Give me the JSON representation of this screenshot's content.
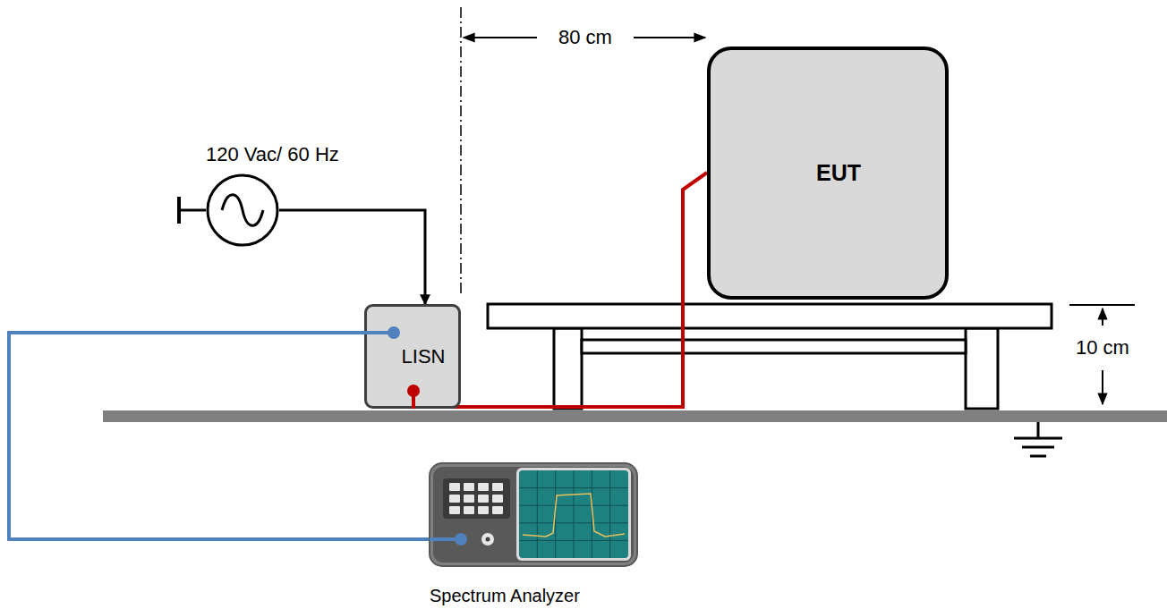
{
  "diagram": {
    "nodes": [
      {
        "text": [
          "120 Vac/ 60 Hz"
        ]
      },
      {
        "text": [
          "LISN"
        ]
      },
      {
        "text": [
          "EUT"
        ]
      },
      {
        "text": [
          "Spectrum Analyzer"
        ]
      }
    ],
    "edges": [
      {
        "from": 0,
        "to": 1,
        "arrow": "to"
      },
      {
        "from": 1,
        "to": 2,
        "arrow": "none"
      },
      {
        "from": 1,
        "to": 3,
        "arrow": "none"
      }
    ],
    "labels": [
      "80 cm",
      "10 cm"
    ]
  }
}
